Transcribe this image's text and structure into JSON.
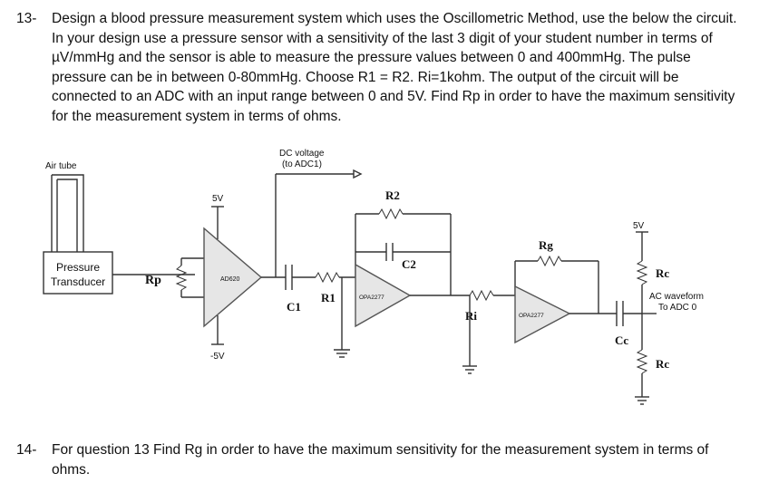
{
  "questions": [
    {
      "number": "13-",
      "text": "Design a blood pressure measurement system which uses the Oscillometric Method, use the below the circuit. In your design use a pressure sensor with a sensitivity of the last 3 digit of your student number in terms of µV/mmHg and the sensor is able to measure the pressure values between 0 and 400mmHg. The pulse pressure can be in between 0-80mmHg. Choose R1 = R2. Ri=1kohm. The output of the circuit will be connected to an ADC with an input range between 0 and 5V. Find Rp in order to have the maximum sensitivity for the measurement system in terms of ohms."
    },
    {
      "number": "14-",
      "text": "For question 13 Find Rg in order to have the maximum sensitivity for the measurement system in terms of ohms."
    }
  ],
  "circuit": {
    "air_tube": "Air tube",
    "dc_voltage_1": "DC voltage",
    "dc_voltage_2": "(to ADC1)",
    "transducer_1": "Pressure",
    "transducer_2": "Transducer",
    "rp": "Rp",
    "supply_pos_1": "5V",
    "supply_neg_1": "-5V",
    "amp1": "AD620",
    "c1": "C1",
    "r1": "R1",
    "r2": "R2",
    "c2": "C2",
    "amp2": "OPA2277",
    "ri": "Ri",
    "rg": "Rg",
    "amp3": "OPA2277",
    "cc": "Cc",
    "supply_pos_2": "5V",
    "rc_top": "Rc",
    "rc_bottom": "Rc",
    "ac_waveform_1": "AC waveform",
    "ac_waveform_2": "To ADC 0"
  }
}
